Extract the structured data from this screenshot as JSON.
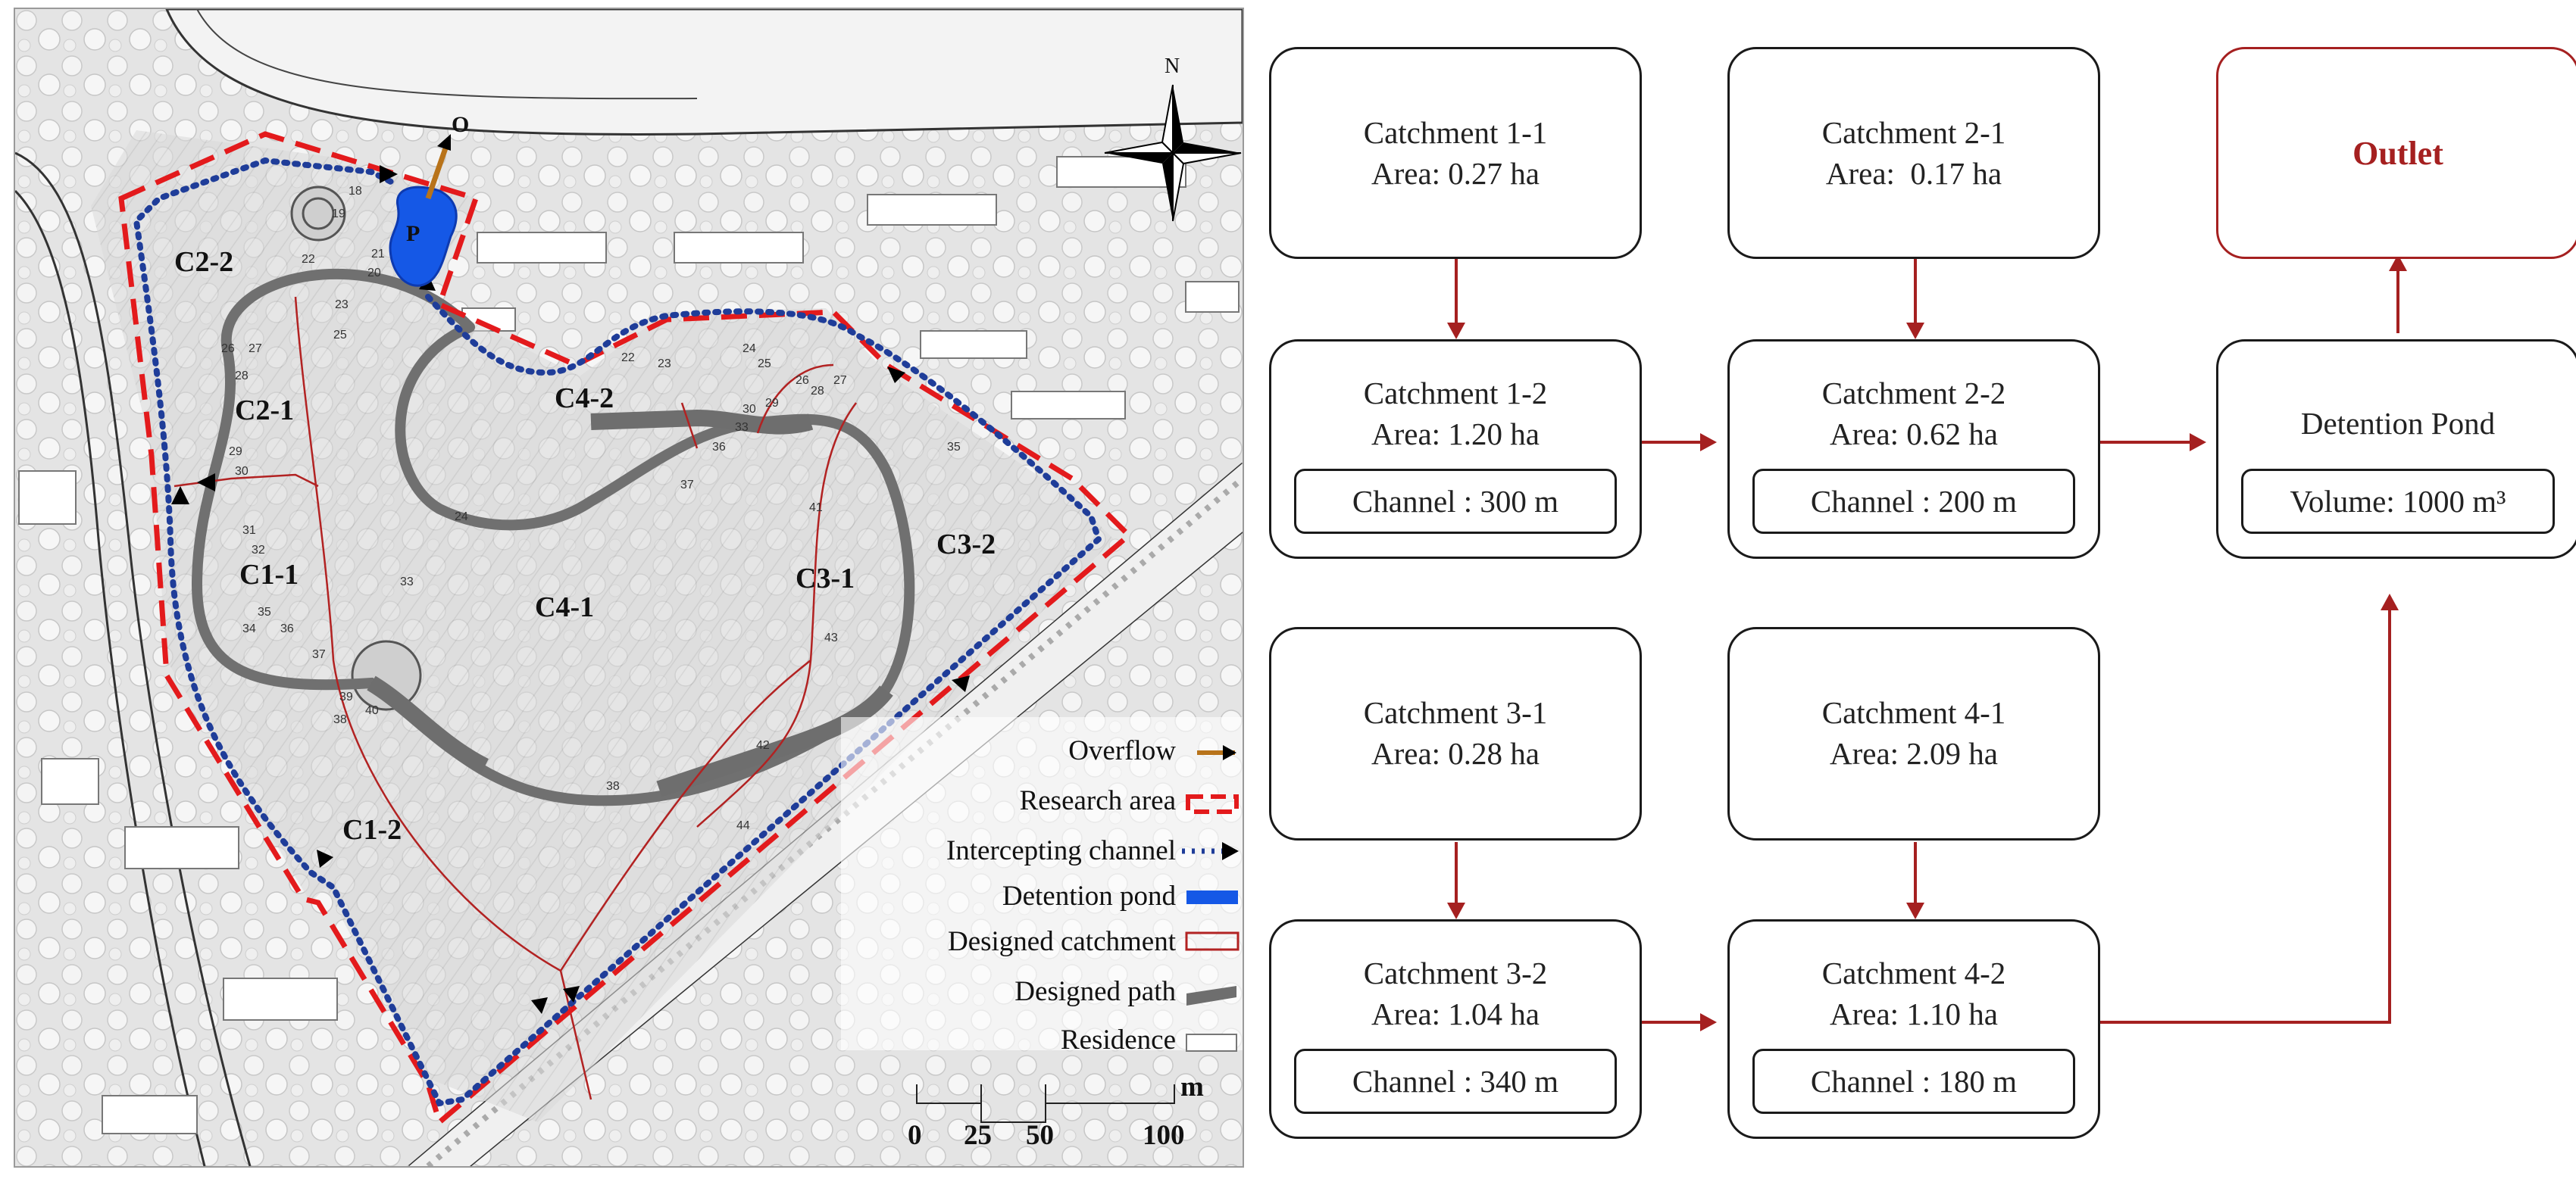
{
  "map": {
    "north_label": "N",
    "outlet_label": "O",
    "pond_label": "P",
    "zones": [
      "C2-2",
      "C2-1",
      "C1-1",
      "C1-2",
      "C4-2",
      "C4-1",
      "C3-1",
      "C3-2"
    ],
    "point_numbers": [
      "18",
      "19",
      "20",
      "21",
      "22",
      "23",
      "25",
      "26",
      "27",
      "28",
      "29",
      "30",
      "31",
      "32",
      "33",
      "34",
      "35",
      "36",
      "37",
      "38",
      "39",
      "40",
      "41",
      "42",
      "43",
      "44",
      "24",
      "22",
      "23",
      "24",
      "25",
      "26",
      "27",
      "28",
      "29",
      "30",
      "33",
      "35",
      "36",
      "37",
      "38"
    ],
    "legend": [
      "Overflow",
      "Research area",
      "Intercepting channel",
      "Detention pond",
      "Designed catchment",
      "Designed path",
      "Residence"
    ],
    "scale": {
      "unit": "m",
      "ticks": [
        "0",
        "25",
        "50",
        "100"
      ]
    },
    "colors": {
      "research_area": "#e31a1c",
      "intercepting_channel": "#1f3d99",
      "detention_pond": "#1558e6",
      "catchment": "#b22222",
      "path": "#6e6e6e",
      "overflow": "#b8731a"
    }
  },
  "flowchart": {
    "nodes": {
      "c11": {
        "title": "Catchment 1-1",
        "area": "Area: 0.27 ha"
      },
      "c12": {
        "title": "Catchment 1-2",
        "area": "Area: 1.20 ha",
        "channel": "Channel : 300 m"
      },
      "c21": {
        "title": "Catchment 2-1",
        "area": "Area:  0.17 ha"
      },
      "c22": {
        "title": "Catchment 2-2",
        "area": "Area: 0.62 ha",
        "channel": "Channel : 200 m"
      },
      "outlet": {
        "title": "Outlet"
      },
      "pond": {
        "title": "Detention Pond",
        "volume": "Volume: 1000 m³"
      },
      "c31": {
        "title": "Catchment 3-1",
        "area": "Area: 0.28 ha"
      },
      "c32": {
        "title": "Catchment 3-2",
        "area": "Area: 1.04 ha",
        "channel": "Channel : 340 m"
      },
      "c41": {
        "title": "Catchment 4-1",
        "area": "Area: 2.09 ha"
      },
      "c42": {
        "title": "Catchment 4-2",
        "area": "Area: 1.10 ha",
        "channel": "Channel : 180 m"
      }
    },
    "arrow_color": "#a52020"
  }
}
